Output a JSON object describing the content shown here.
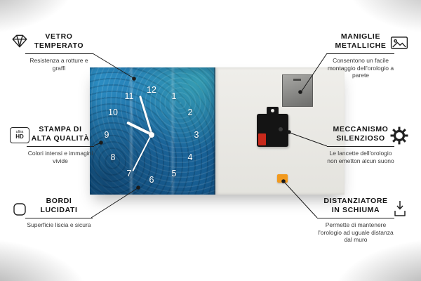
{
  "product": {
    "clock_numbers": [
      "12",
      "1",
      "2",
      "3",
      "4",
      "5",
      "6",
      "7",
      "8",
      "9",
      "10",
      "11"
    ]
  },
  "callouts": {
    "vetro": {
      "line1": "VETRO",
      "line2": "TEMPERATO",
      "desc": "Resistenza a rotture e graffi"
    },
    "stampa": {
      "line1": "STAMPA DI",
      "line2": "ALTA QUALITÀ",
      "desc": "Colori intensi e immagini vivide",
      "icon_top": "ultra",
      "icon_bottom": "HD"
    },
    "bordi": {
      "line1": "BORDI",
      "line2": "LUCIDATI",
      "desc": "Superficie liscia e sicura"
    },
    "maniglie": {
      "line1": "MANIGLIE",
      "line2": "METALLICHE",
      "desc": "Consentono un facile montaggio dell'orologio a parete"
    },
    "meccanismo": {
      "line1": "MECCANISMO",
      "line2": "SILENZIOSO",
      "desc": "Le lancette dell'orologio non emetton alcun suono"
    },
    "distanziatore": {
      "line1": "DISTANZIATORE",
      "line2": "IN SCHIUMA",
      "desc": "Permette di mantenere l'orologio ad uguale distanza dal muro"
    }
  },
  "colors": {
    "clock_blue": "#1e6ea6",
    "foam_orange": "#f29a1e",
    "battery_red": "#c8291b"
  }
}
